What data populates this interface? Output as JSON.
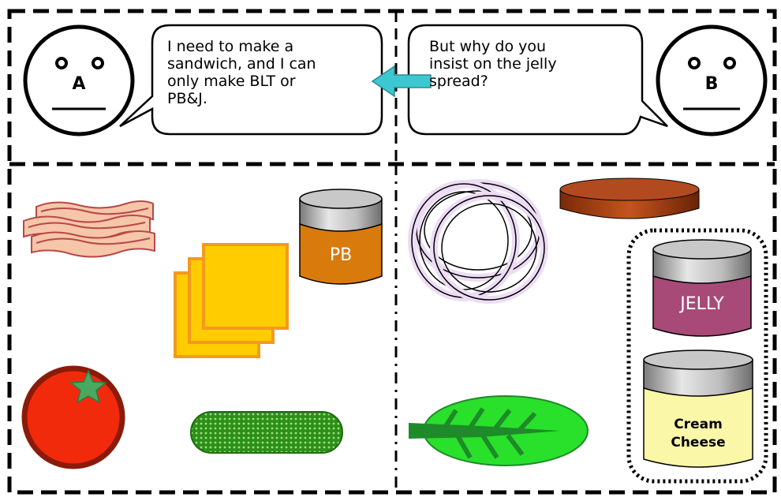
{
  "characters": {
    "a": {
      "letter": "A"
    },
    "b": {
      "letter": "B"
    }
  },
  "dialogue": {
    "a_speech": "I need to make a\nsandwich, and I can\nonly make BLT or\nPB&J.",
    "b_speech": "But why do you\ninsist on the jelly\nspread?"
  },
  "ingredients": {
    "pb_jar_label": "PB",
    "jelly_jar_label": "JELLY",
    "cream_cheese_label_line1": "Cream",
    "cream_cheese_label_line2": "Cheese"
  },
  "colors": {
    "arrow": "#3cc8d0",
    "bacon": "#f6c6a8",
    "bacon_stripe": "#b8474a",
    "cheese": "#ffcc00",
    "cheese_border": "#f39a1c",
    "pb": "#d97a0c",
    "jelly": "#a84a78",
    "cream_cheese": "#fbf7a8",
    "tomato": "#f22a0c",
    "tomato_border": "#8a1b0a",
    "tomato_stem": "#4aa860",
    "pickle": "#2fa61c",
    "lettuce": "#29e02a",
    "lettuce_vein": "#1e8a2a",
    "onion": "#ecdcf4",
    "meat": "#a23a10"
  }
}
